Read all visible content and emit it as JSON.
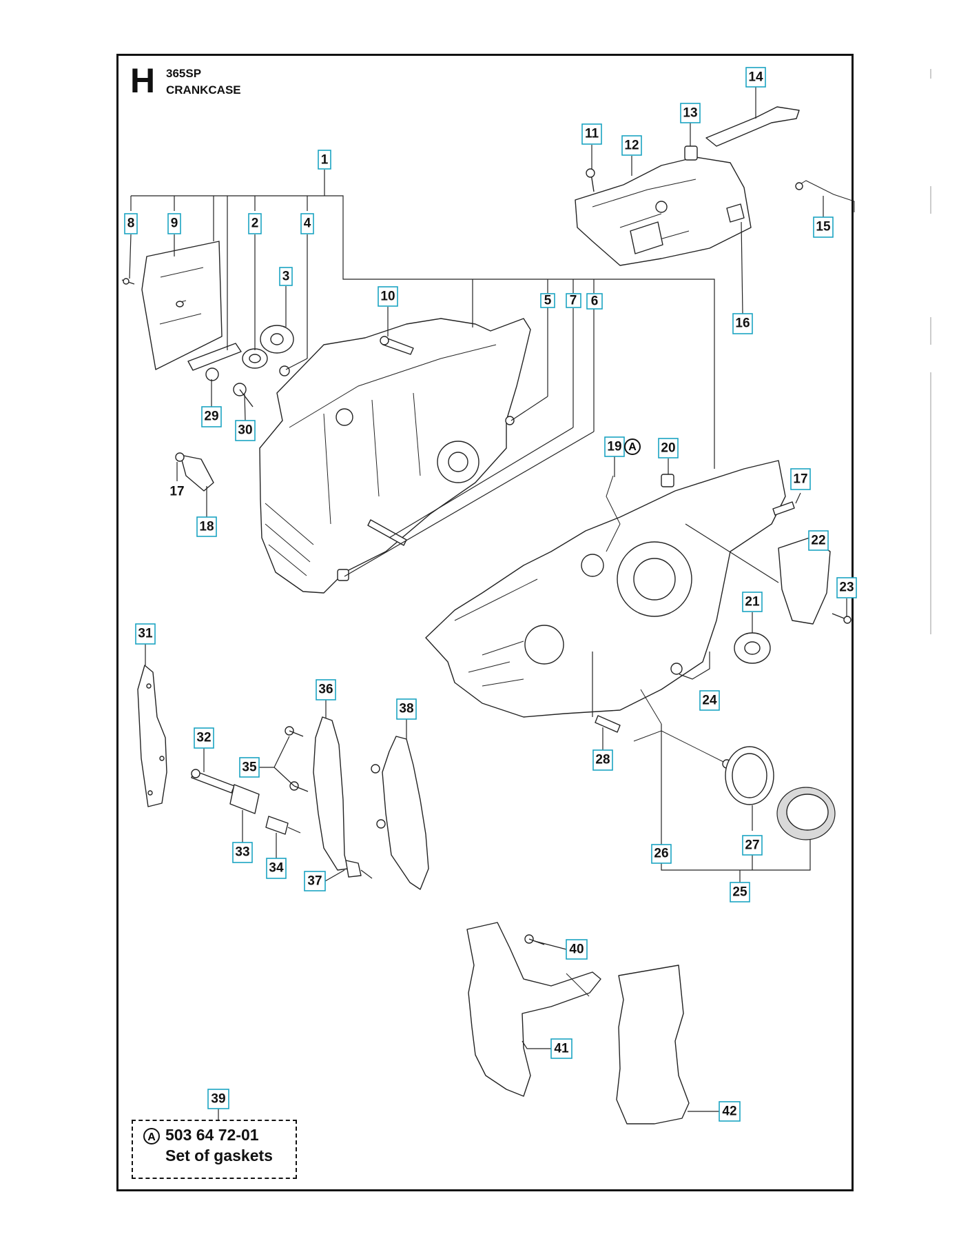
{
  "header": {
    "section_letter": "H",
    "model": "365SP",
    "title": "CRANKCASE"
  },
  "gasket_note": {
    "marker": "A",
    "part_number": "503 64 72-01",
    "description": "Set of gaskets"
  },
  "reference_marker": "A",
  "callouts": [
    {
      "id": "1",
      "label": "1"
    },
    {
      "id": "2",
      "label": "2"
    },
    {
      "id": "3",
      "label": "3"
    },
    {
      "id": "4",
      "label": "4"
    },
    {
      "id": "5",
      "label": "5"
    },
    {
      "id": "6",
      "label": "6"
    },
    {
      "id": "7",
      "label": "7"
    },
    {
      "id": "8",
      "label": "8"
    },
    {
      "id": "9",
      "label": "9"
    },
    {
      "id": "10",
      "label": "10"
    },
    {
      "id": "11",
      "label": "11"
    },
    {
      "id": "12",
      "label": "12"
    },
    {
      "id": "13",
      "label": "13"
    },
    {
      "id": "14",
      "label": "14"
    },
    {
      "id": "15",
      "label": "15"
    },
    {
      "id": "16",
      "label": "16"
    },
    {
      "id": "17a",
      "label": "17"
    },
    {
      "id": "18",
      "label": "18"
    },
    {
      "id": "19",
      "label": "19"
    },
    {
      "id": "20",
      "label": "20"
    },
    {
      "id": "21",
      "label": "21"
    },
    {
      "id": "22",
      "label": "22"
    },
    {
      "id": "23",
      "label": "23"
    },
    {
      "id": "24",
      "label": "24"
    },
    {
      "id": "25",
      "label": "25"
    },
    {
      "id": "26",
      "label": "26"
    },
    {
      "id": "27",
      "label": "27"
    },
    {
      "id": "28",
      "label": "28"
    },
    {
      "id": "29",
      "label": "29"
    },
    {
      "id": "30",
      "label": "30"
    },
    {
      "id": "31",
      "label": "31"
    },
    {
      "id": "32",
      "label": "32"
    },
    {
      "id": "33",
      "label": "33"
    },
    {
      "id": "34",
      "label": "34"
    },
    {
      "id": "35",
      "label": "35"
    },
    {
      "id": "36",
      "label": "36"
    },
    {
      "id": "37",
      "label": "37"
    },
    {
      "id": "38",
      "label": "38"
    },
    {
      "id": "39",
      "label": "39"
    },
    {
      "id": "40",
      "label": "40"
    },
    {
      "id": "41",
      "label": "41"
    },
    {
      "id": "42",
      "label": "42"
    }
  ],
  "plain_labels": [
    {
      "id": "17b",
      "label": "17"
    }
  ]
}
